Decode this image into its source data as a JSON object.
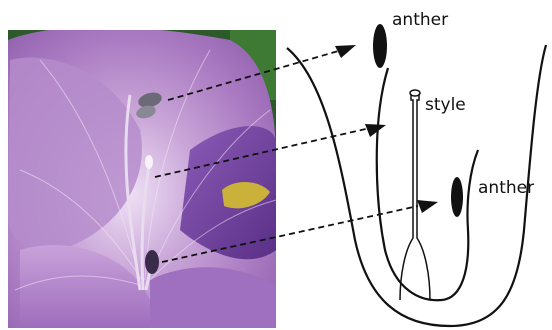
{
  "labels": {
    "anther_top": "anther",
    "style": "style",
    "anther_right": "anther"
  },
  "colors": {
    "petal_light": "#c9a6d8",
    "petal_mid": "#a878c0",
    "petal_dark": "#6b3f96",
    "leaf_green": "#3e7a34",
    "yellow_spot": "#c9b13a",
    "line": "#111111"
  },
  "icons": {
    "photo": "flower-photo",
    "diagram": "flower-cross-section"
  }
}
